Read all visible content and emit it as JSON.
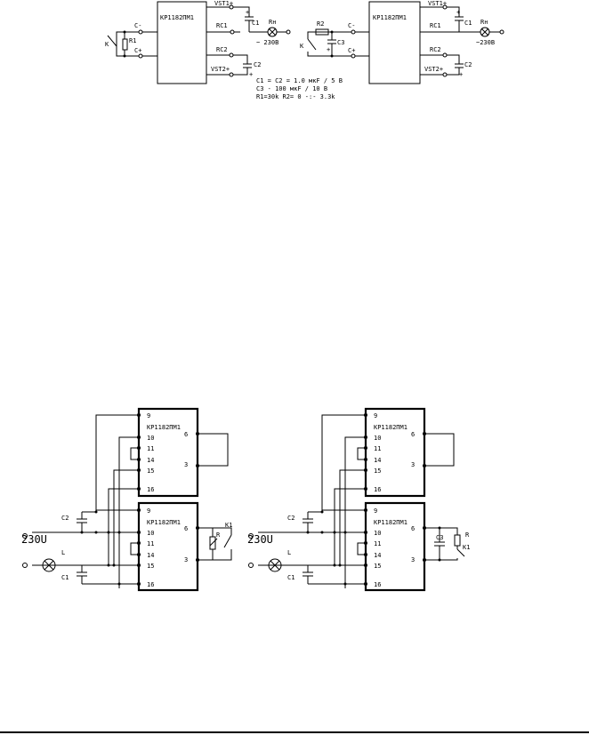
{
  "top": {
    "left": {
      "chip": "КР1182ПМ1",
      "vst1": "VST1+",
      "rc1": "RC1",
      "c1": "C1",
      "rc2": "RC2",
      "vst2": "VST2+",
      "c2": "C2",
      "cminus": "C-",
      "cplus": "C+",
      "k": "K",
      "r1": "R1",
      "rn": "Rн",
      "mains": "~ 230В",
      "plus": "+"
    },
    "right": {
      "chip": "КР1182ПМ1",
      "vst1": "VST1+",
      "rc1": "RC1",
      "c1": "C1",
      "rc2": "RC2",
      "vst2": "VST2+",
      "c2": "C2",
      "cminus": "C-",
      "cplus": "C+",
      "k": "K",
      "r2": "R2",
      "c3": "C3",
      "rn": "Rн",
      "mains": "~230В",
      "plus": "+"
    },
    "notes": [
      "C1 = C2 = 1.0 мкF / 5 В",
      "C3 - 100 мкF / 10 В",
      "R1=30k      R2= 0 -:- 3.3k"
    ]
  },
  "bottom": {
    "left": {
      "chip_top": "КР1182ПМ1",
      "chip_bot": "КР1182ПМ1",
      "pins_top_left": [
        "9",
        "10",
        "11",
        "14",
        "15",
        "16"
      ],
      "pins_top_right": [
        "6",
        "3"
      ],
      "pins_bot_left": [
        "9",
        "10",
        "11",
        "14",
        "15",
        "16"
      ],
      "pins_bot_right": [
        "6",
        "3"
      ],
      "c2": "C2",
      "c1": "C1",
      "mains": "230U",
      "lamp": "L",
      "r": "R",
      "k1": "K1"
    },
    "right": {
      "chip_top": "КР1182ПМ1",
      "chip_bot": "КР1182ПМ1",
      "pins_top_left": [
        "9",
        "10",
        "11",
        "14",
        "15",
        "16"
      ],
      "pins_top_right": [
        "6",
        "3"
      ],
      "pins_bot_left": [
        "9",
        "10",
        "11",
        "14",
        "15",
        "16"
      ],
      "pins_bot_right": [
        "6",
        "3"
      ],
      "c2": "C2",
      "c1": "C1",
      "mains": "230U",
      "lamp": "L",
      "c3": "C3",
      "r": "R",
      "k1": "K1"
    }
  }
}
